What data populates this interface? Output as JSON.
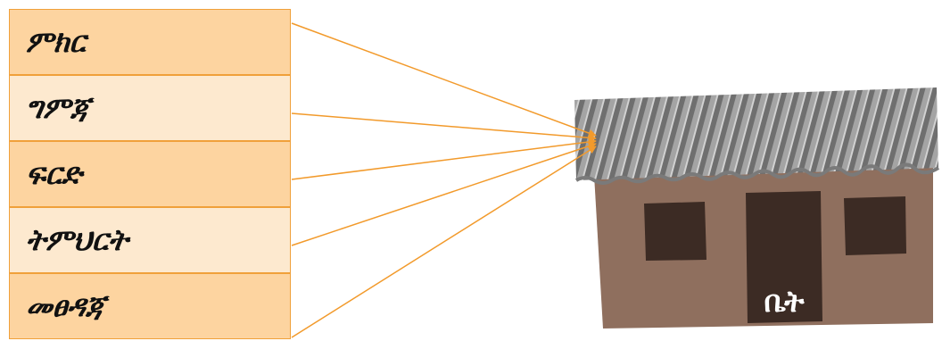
{
  "terms": [
    "ምክር",
    "ግምጃ",
    "ፍርድ",
    "ትምህርት",
    "መፀዳጃ"
  ],
  "house": {
    "label": "ቤት"
  },
  "colors": {
    "row_odd": "#fdd4a0",
    "row_even": "#fde9cf",
    "border": "#f0a03a",
    "arrow": "#f29a2b",
    "wall": "#8f6f5e",
    "window": "#3c2b24",
    "roof": "#7a7a7a"
  }
}
